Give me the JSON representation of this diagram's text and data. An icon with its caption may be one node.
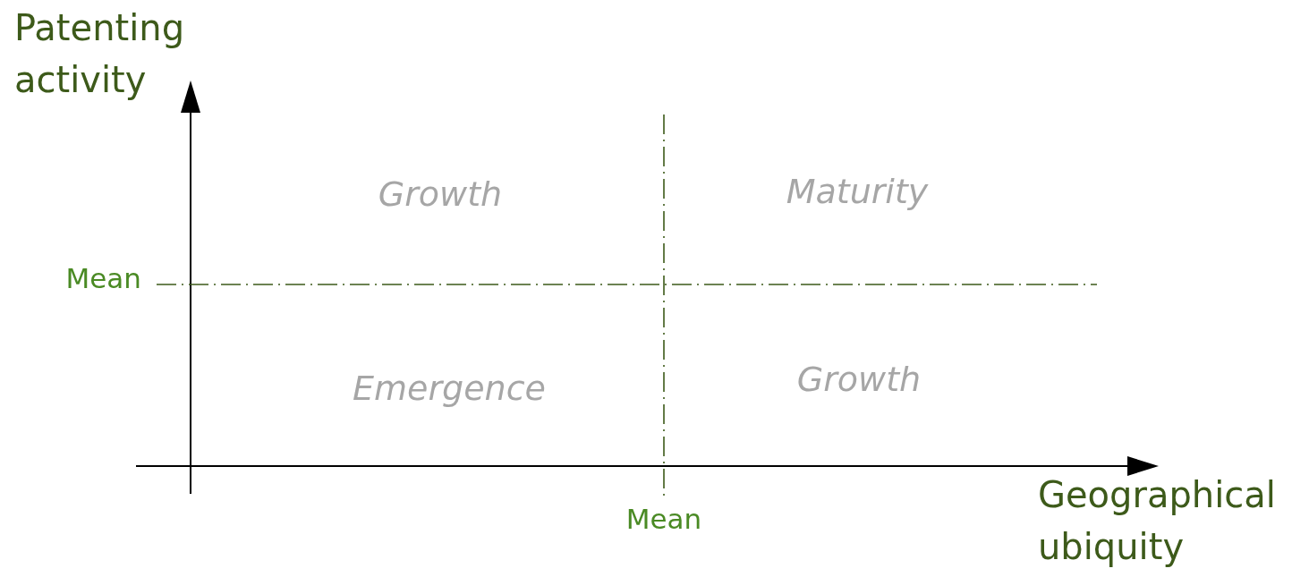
{
  "diagram": {
    "labels": [
      "Patenting activity",
      "Growth",
      "Maturity",
      "Mean",
      "Emergence",
      "Growth",
      "Geographical ubiquity",
      "Mean"
    ]
  }
}
